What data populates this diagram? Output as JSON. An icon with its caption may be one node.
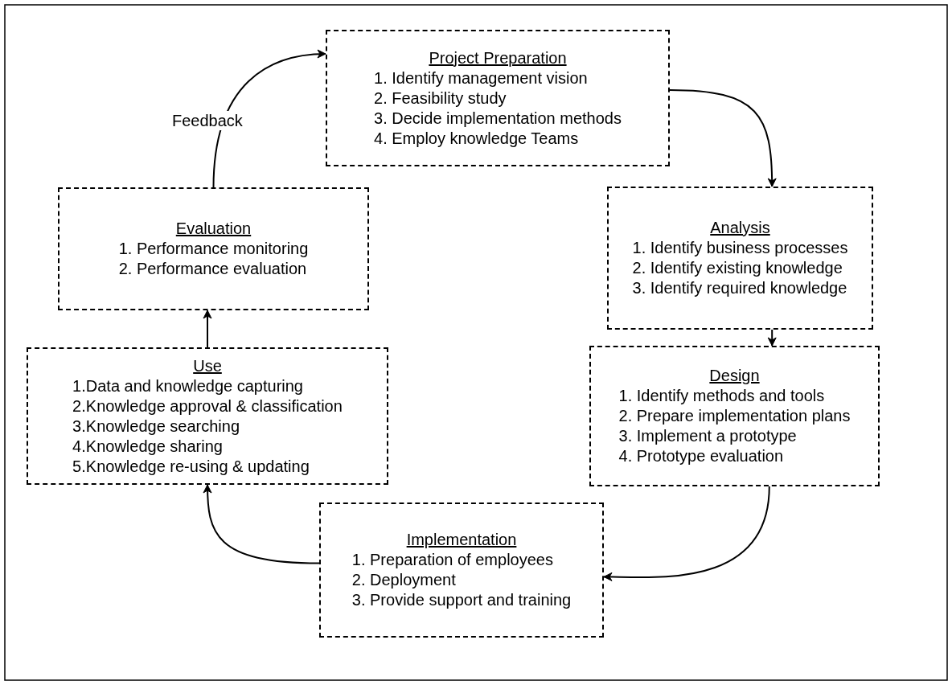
{
  "diagram": {
    "nodes": [
      {
        "text": [
          "Project Preparation",
          "1. Identify management vision",
          "2. Feasibility study",
          "3. Decide implementation methods",
          "4. Employ knowledge Teams"
        ]
      },
      {
        "text": [
          "Analysis",
          "1. Identify business processes",
          "2. Identify existing knowledge",
          "3. Identify required knowledge"
        ]
      },
      {
        "text": [
          "Design",
          "1. Identify methods and tools",
          "2. Prepare implementation plans",
          "3. Implement a prototype",
          "4. Prototype evaluation"
        ]
      },
      {
        "text": [
          "Implementation",
          "1. Preparation of employees",
          "2. Deployment",
          "3. Provide support and training"
        ]
      },
      {
        "text": [
          "Use",
          "1.Data and knowledge capturing",
          "2.Knowledge approval & classification",
          "3.Knowledge searching",
          "4.Knowledge sharing",
          "5.Knowledge re-using & updating"
        ]
      },
      {
        "text": [
          "Evaluation",
          "1. Performance monitoring",
          "2. Performance evaluation"
        ]
      }
    ],
    "edges": [
      {
        "from": 0,
        "to": 1,
        "arrow": "to"
      },
      {
        "from": 1,
        "to": 2,
        "arrow": "to"
      },
      {
        "from": 2,
        "to": 3,
        "arrow": "to"
      },
      {
        "from": 3,
        "to": 4,
        "arrow": "to"
      },
      {
        "from": 4,
        "to": 5,
        "arrow": "to"
      },
      {
        "from": 5,
        "to": 0,
        "arrow": "to",
        "label": "Feedback"
      }
    ]
  }
}
